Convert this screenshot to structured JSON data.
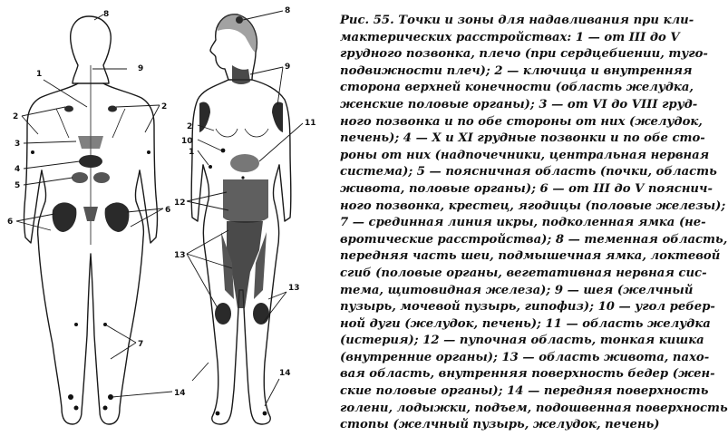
{
  "figure": {
    "back_view_labels": [
      "1",
      "2",
      "2",
      "3",
      "4",
      "5",
      "6",
      "6",
      "7",
      "8",
      "9",
      "14"
    ],
    "front_view_labels": [
      "1",
      "2",
      "8",
      "9",
      "10",
      "11",
      "12",
      "13",
      "13",
      "14"
    ]
  },
  "caption_lines": [
    "Рис. 55. Точки и зоны для надавливания при кли-",
    "мактерических расстройствах: 1 — от III до V",
    "грудного позвонка, плечо (при сердцебиении, туго-",
    "подвижности плеч); 2 — ключица и внутренняя",
    "сторона верхней конечности (область желудка,",
    "женские половые органы); 3 — от VI до VIII груд-",
    "ного позвонка и по обе стороны от них (желудок,",
    "печень); 4 — X и XI грудные позвонки и по обе сто-",
    "роны от них (надпочечники, центральная нервная",
    "система); 5 — поясничная область (почки, область",
    "живота, половые органы); 6 — от III до V пояснич-",
    "ного позвонка, крестец, ягодицы (половые железы);",
    "7 — срединная линия икры, подколенная ямка (не-",
    "вротические расстройства); 8 — теменная область,",
    "передняя часть шеи, подмышечная ямка, локтевой",
    "сгиб (половые органы, вегетативная нервная сис-",
    "тема, щитовидная железа); 9 — шея (желчный",
    "пузырь, мочевой пузырь, гипофиз); 10 — угол ребер-",
    "ной дуги (желудок, печень); 11 — область желудка",
    "(истерия); 12 — пупочная область, тонкая кишка",
    "(внутренние органы); 13 — область живота, пахо-",
    "вая область, внутренняя поверхность бедер (жен-",
    "ские половые органы); 14 — передняя поверхность",
    "голени, лодыжки, подъем, подошвенная поверхность",
    "стопы (желчный пузырь, желудок, печень)"
  ]
}
